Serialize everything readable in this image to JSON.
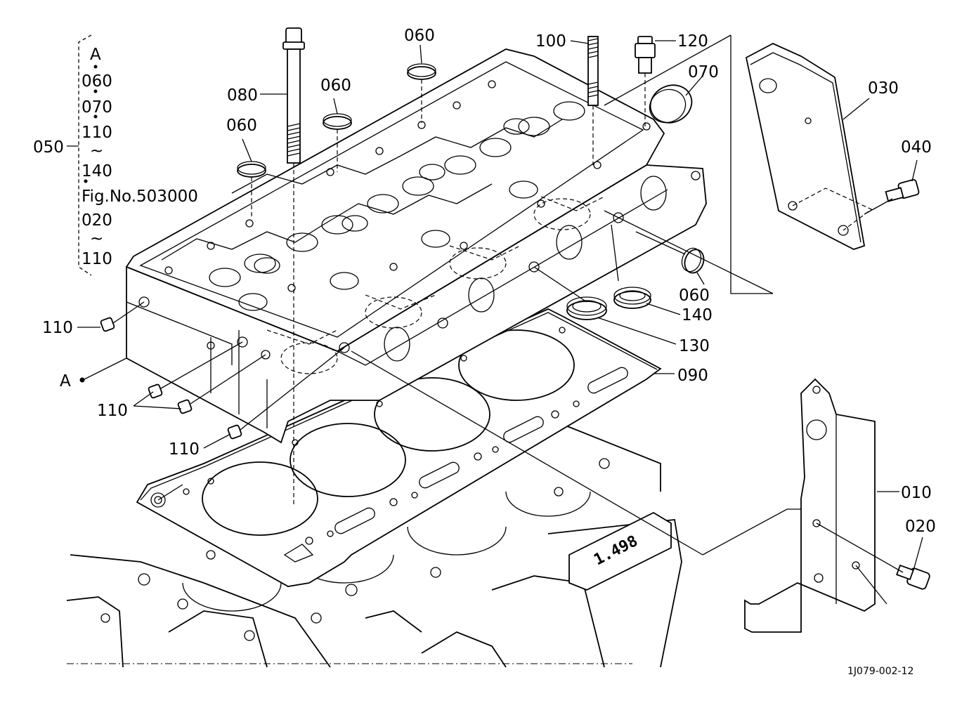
{
  "figure_id": "1J079-002-12",
  "group": {
    "code": "050",
    "items": [
      "A",
      "060",
      "070",
      "110",
      "~",
      "140",
      "Fig.No.503000",
      "020",
      "~",
      "110"
    ]
  },
  "callouts": {
    "p010": "010",
    "p020": "020",
    "p030": "030",
    "p040": "040",
    "p060a": "060",
    "p060b": "060",
    "p060c": "060",
    "p060d": "060",
    "p070": "070",
    "p080": "080",
    "p090": "090",
    "p100": "100",
    "p110a": "110",
    "p110b": "110",
    "p110c": "110",
    "p120": "120",
    "p130": "130",
    "p140": "140",
    "pointA": "A"
  },
  "block_marking": "1.498"
}
